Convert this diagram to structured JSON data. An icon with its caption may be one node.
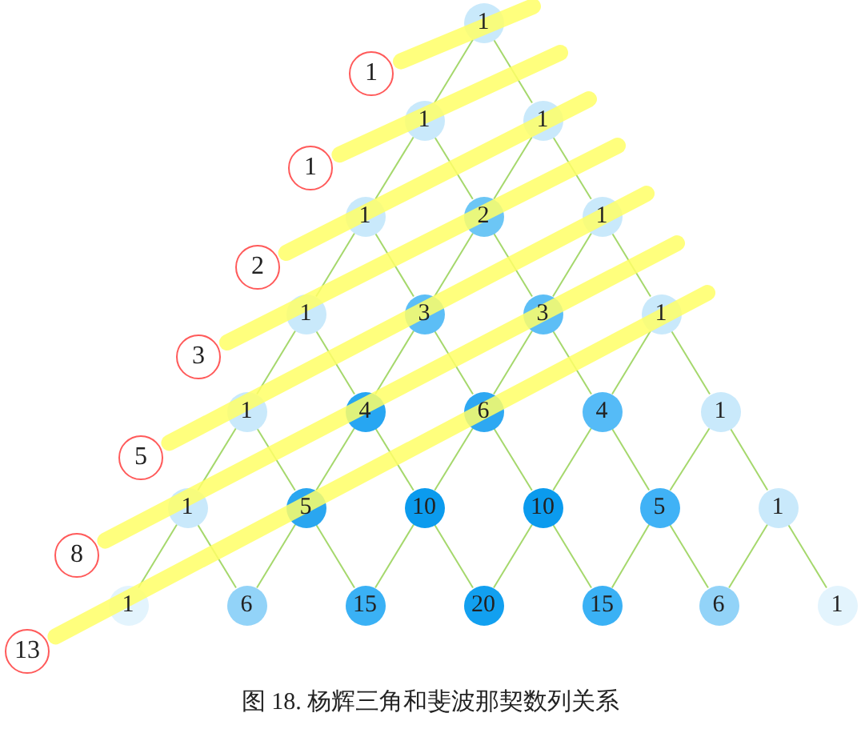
{
  "diagram": {
    "caption": "图 18. 杨辉三角和斐波那契数列关系",
    "nodes": [
      {
        "text": [
          "1"
        ]
      },
      {
        "text": [
          "1"
        ]
      },
      {
        "text": [
          "1"
        ]
      },
      {
        "text": [
          "1"
        ]
      },
      {
        "text": [
          "2"
        ]
      },
      {
        "text": [
          "1"
        ]
      },
      {
        "text": [
          "1"
        ]
      },
      {
        "text": [
          "3"
        ]
      },
      {
        "text": [
          "3"
        ]
      },
      {
        "text": [
          "1"
        ]
      },
      {
        "text": [
          "1"
        ]
      },
      {
        "text": [
          "4"
        ]
      },
      {
        "text": [
          "6"
        ]
      },
      {
        "text": [
          "4"
        ]
      },
      {
        "text": [
          "1"
        ]
      },
      {
        "text": [
          "1"
        ]
      },
      {
        "text": [
          "5"
        ]
      },
      {
        "text": [
          "10"
        ]
      },
      {
        "text": [
          "10"
        ]
      },
      {
        "text": [
          "5"
        ]
      },
      {
        "text": [
          "1"
        ]
      },
      {
        "text": [
          "1"
        ]
      },
      {
        "text": [
          "6"
        ]
      },
      {
        "text": [
          "15"
        ]
      },
      {
        "text": [
          "20"
        ]
      },
      {
        "text": [
          "15"
        ]
      },
      {
        "text": [
          "6"
        ]
      },
      {
        "text": [
          "1"
        ]
      },
      {
        "text": [
          "1"
        ]
      },
      {
        "text": [
          "1"
        ]
      },
      {
        "text": [
          "2"
        ]
      },
      {
        "text": [
          "3"
        ]
      },
      {
        "text": [
          "5"
        ]
      },
      {
        "text": [
          "8"
        ]
      },
      {
        "text": [
          "13"
        ]
      }
    ],
    "edges": [
      {
        "from": 0,
        "to": 1,
        "arrow": "none"
      },
      {
        "from": 0,
        "to": 2,
        "arrow": "none"
      },
      {
        "from": 1,
        "to": 3,
        "arrow": "none"
      },
      {
        "from": 1,
        "to": 4,
        "arrow": "none"
      },
      {
        "from": 2,
        "to": 4,
        "arrow": "none"
      },
      {
        "from": 2,
        "to": 5,
        "arrow": "none"
      },
      {
        "from": 3,
        "to": 6,
        "arrow": "none"
      },
      {
        "from": 3,
        "to": 7,
        "arrow": "none"
      },
      {
        "from": 4,
        "to": 7,
        "arrow": "none"
      },
      {
        "from": 4,
        "to": 8,
        "arrow": "none"
      },
      {
        "from": 5,
        "to": 8,
        "arrow": "none"
      },
      {
        "from": 5,
        "to": 9,
        "arrow": "none"
      },
      {
        "from": 6,
        "to": 10,
        "arrow": "none"
      },
      {
        "from": 6,
        "to": 11,
        "arrow": "none"
      },
      {
        "from": 7,
        "to": 11,
        "arrow": "none"
      },
      {
        "from": 7,
        "to": 12,
        "arrow": "none"
      },
      {
        "from": 8,
        "to": 12,
        "arrow": "none"
      },
      {
        "from": 8,
        "to": 13,
        "arrow": "none"
      },
      {
        "from": 9,
        "to": 13,
        "arrow": "none"
      },
      {
        "from": 9,
        "to": 14,
        "arrow": "none"
      },
      {
        "from": 10,
        "to": 15,
        "arrow": "none"
      },
      {
        "from": 10,
        "to": 16,
        "arrow": "none"
      },
      {
        "from": 11,
        "to": 16,
        "arrow": "none"
      },
      {
        "from": 11,
        "to": 17,
        "arrow": "none"
      },
      {
        "from": 12,
        "to": 17,
        "arrow": "none"
      },
      {
        "from": 12,
        "to": 18,
        "arrow": "none"
      },
      {
        "from": 13,
        "to": 18,
        "arrow": "none"
      },
      {
        "from": 13,
        "to": 19,
        "arrow": "none"
      },
      {
        "from": 14,
        "to": 19,
        "arrow": "none"
      },
      {
        "from": 14,
        "to": 20,
        "arrow": "none"
      },
      {
        "from": 15,
        "to": 21,
        "arrow": "none"
      },
      {
        "from": 15,
        "to": 22,
        "arrow": "none"
      },
      {
        "from": 16,
        "to": 22,
        "arrow": "none"
      },
      {
        "from": 16,
        "to": 23,
        "arrow": "none"
      },
      {
        "from": 17,
        "to": 23,
        "arrow": "none"
      },
      {
        "from": 17,
        "to": 24,
        "arrow": "none"
      },
      {
        "from": 18,
        "to": 24,
        "arrow": "none"
      },
      {
        "from": 18,
        "to": 25,
        "arrow": "none"
      },
      {
        "from": 19,
        "to": 25,
        "arrow": "none"
      },
      {
        "from": 19,
        "to": 26,
        "arrow": "none"
      },
      {
        "from": 20,
        "to": 26,
        "arrow": "none"
      },
      {
        "from": 20,
        "to": 27,
        "arrow": "none"
      },
      {
        "from": 28,
        "to": null,
        "arrow": "none",
        "style": "thick",
        "color": "#ffff66"
      },
      {
        "from": 29,
        "to": null,
        "arrow": "none",
        "style": "thick",
        "color": "#ffff66"
      },
      {
        "from": 30,
        "to": null,
        "arrow": "none",
        "style": "thick",
        "color": "#ffff66"
      },
      {
        "from": 31,
        "to": null,
        "arrow": "none",
        "style": "thick",
        "color": "#ffff66"
      },
      {
        "from": 32,
        "to": null,
        "arrow": "none",
        "style": "thick",
        "color": "#ffff66"
      },
      {
        "from": 33,
        "to": null,
        "arrow": "none",
        "style": "thick",
        "color": "#ffff66"
      },
      {
        "from": 34,
        "to": null,
        "arrow": "none",
        "style": "thick",
        "color": "#ffff66"
      }
    ]
  }
}
